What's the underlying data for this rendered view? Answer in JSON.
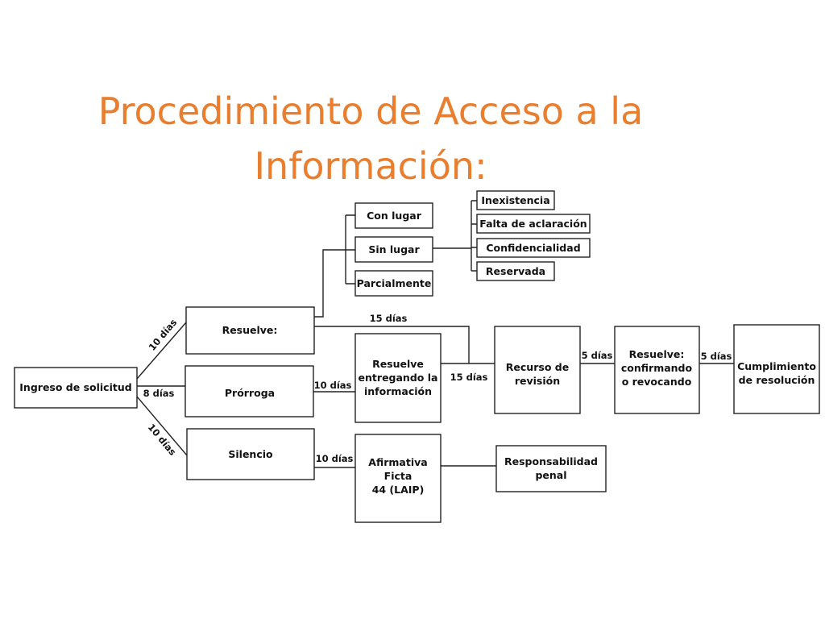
{
  "title": {
    "line1": "Procedimiento de Acceso a la",
    "line2": "Información:"
  },
  "nodes": {
    "ingreso": "Ingreso de solicitud",
    "resuelve": "Resuelve:",
    "prorroga": "Prórroga",
    "silencio": "Silencio",
    "con_lugar": "Con lugar",
    "sin_lugar": "Sin lugar",
    "parcialmente": "Parcialmente",
    "inexistencia": "Inexistencia",
    "falta_aclaracion": "Falta de aclaración",
    "confidencialidad": "Confidencialidad",
    "reservada": "Reservada",
    "resuelve_entregando": [
      "Resuelve",
      "entregando la",
      "información"
    ],
    "recurso_revision": [
      "Recurso de",
      "revisión"
    ],
    "resuelve_confirmando": [
      "Resuelve:",
      "confirmando",
      "o revocando"
    ],
    "cumplimiento": [
      "Cumplimiento",
      "de resolución"
    ],
    "afirmativa_ficta": [
      "Afirmativa",
      "Ficta",
      "44 (LAIP)"
    ],
    "responsabilidad": [
      "Responsabilidad",
      "penal"
    ]
  },
  "edge_labels": {
    "to_resuelve": "10 días",
    "to_prorroga": "8 días",
    "to_silencio": "10 días",
    "to_recurso_top": "15 días",
    "prorroga_to_entrega": "10 días",
    "entrega_to_recurso": "15 días",
    "recurso_to_confirma": "5 días",
    "confirma_to_cumple": "5 días",
    "silencio_to_ficta": "10 días"
  }
}
